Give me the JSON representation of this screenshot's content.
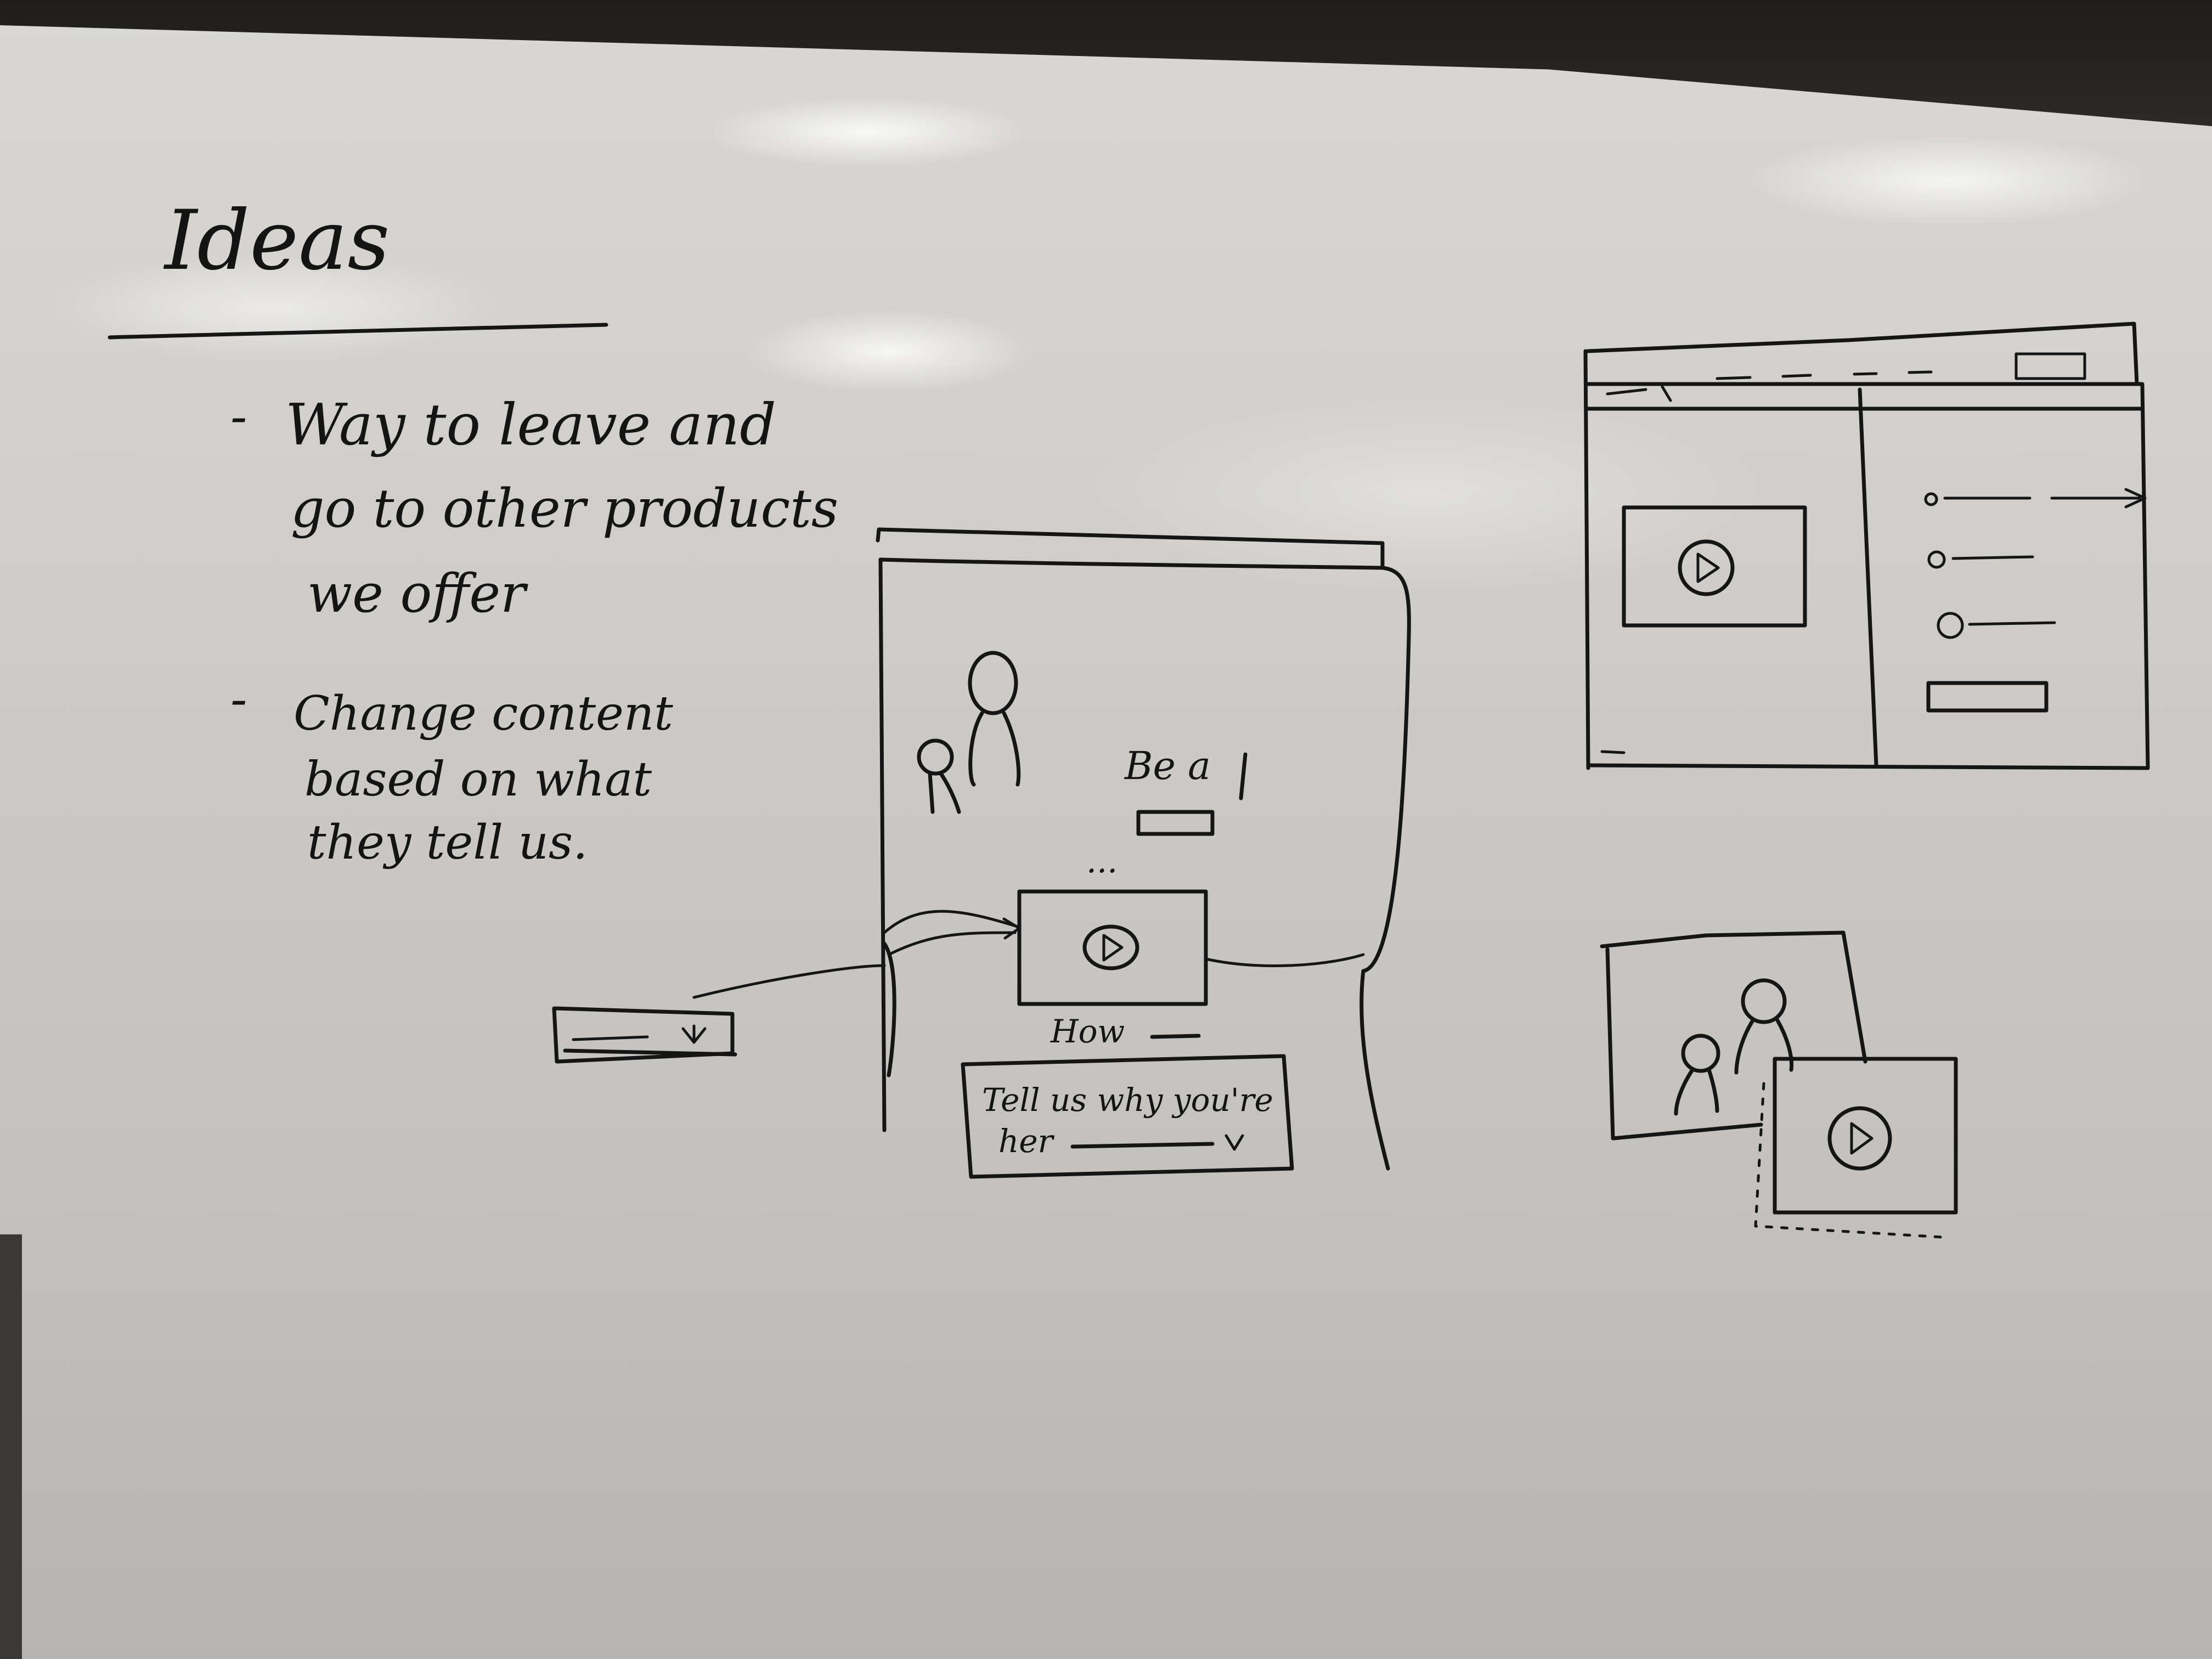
{
  "notes": {
    "heading": "Ideas",
    "bullets": [
      {
        "dash": "-",
        "lines": [
          "Way to leave and",
          "go to other products",
          "we offer"
        ]
      },
      {
        "dash": "-",
        "lines": [
          "Change content",
          "based on what",
          "they tell us."
        ]
      }
    ]
  },
  "phone_sketch": {
    "banner_text": "Be a",
    "dots": "...",
    "caption": "How",
    "form_lines": [
      "Tell us why you're",
      "her"
    ]
  },
  "colors": {
    "board": "#d3d2ce",
    "ink": "#151515",
    "frame": "#2a2724"
  },
  "icons": [
    "play-icon",
    "person-figure-icon",
    "arrow-right-icon",
    "dropdown-chevron-icon"
  ]
}
